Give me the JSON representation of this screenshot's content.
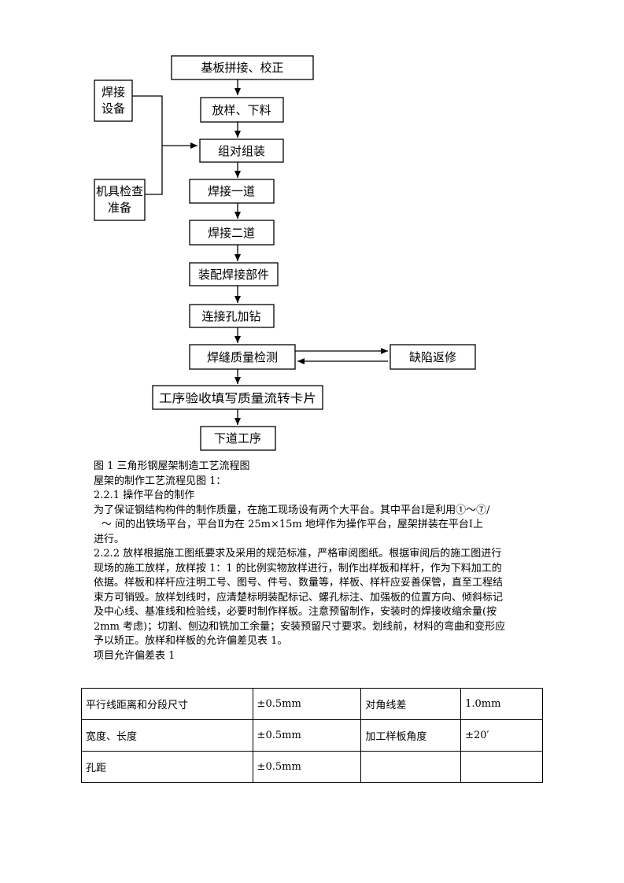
{
  "flowchart": {
    "main_steps": [
      "基板拼接、校正",
      "放样、下料",
      "组对组装",
      "焊接一道",
      "焊接二道",
      "装配焊接部件",
      "连接孔加钻",
      "焊缝质量检测",
      "工序验收填写质量流转卡片",
      "下道工序"
    ],
    "side_inputs": [
      "焊接设备",
      "机具检查准备"
    ],
    "repair_step": "缺陷返修"
  },
  "caption": "图 1  三角形钢屋架制造工艺流程图",
  "intro": "屋架的制作工艺流程见图 1：",
  "section_221": {
    "heading": "2.2.1  操作平台的制作",
    "lines": [
      "为了保证钢结构构件的制作质量，在施工现场设有两个大平台。其中平台Ⅰ是利用①～⑦/",
      "～      间的出铁场平台，平台Ⅱ为在 25m×15m 地坪作为操作平台，屋架拼装在平台Ⅰ上",
      "进行。"
    ]
  },
  "section_222": {
    "lines": [
      "2.2.2  放样根据施工图纸要求及采用的规范标准，严格审阅图纸。根据审阅后的施工图进行",
      "现场的施工放样，放样按 1：1  的比例实物放样进行，制作出样板和样杆，作为下料加工的",
      "依据。样板和样杆应注明工号、图号、件号、数量等，样板、样杆应妥善保管，直至工程结",
      "束方可销毁。放样划线时，应清楚标明装配标记、螺孔标注、加强板的位置方向、倾斜标记",
      "及中心线、基准线和检验线，必要时制作样板。注意预留制作，安装时的焊接收缩余量(按",
      "2mm  考虑)；切割、刨边和铣加工余量；安装预留尺寸要求。划线前，材料的弯曲和变形应",
      "予以矫正。放样和样板的允许偏差见表 1。"
    ]
  },
  "table_title": "项目允许偏差表 1",
  "table": {
    "rows": [
      [
        "平行线距离和分段尺寸",
        "±0.5mm",
        "对角线差",
        "1.0mm"
      ],
      [
        "宽度、长度",
        "±0.5mm",
        "加工样板角度",
        "±20′"
      ],
      [
        "孔距",
        "±0.5mm",
        "",
        ""
      ]
    ]
  }
}
